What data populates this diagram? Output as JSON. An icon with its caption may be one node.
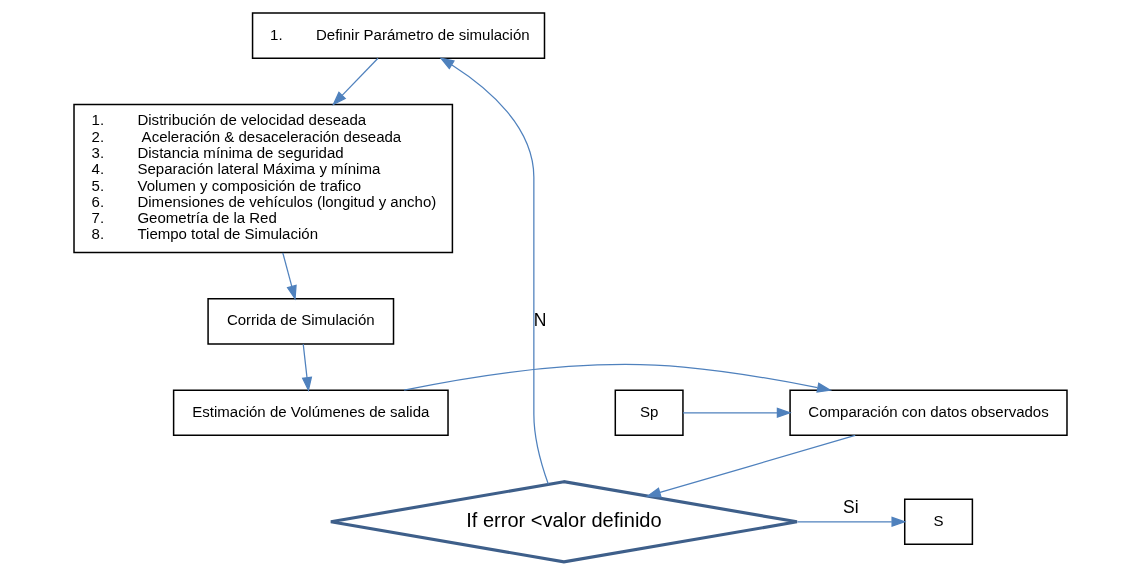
{
  "diagram": {
    "nodes": [
      {
        "text": [
          "1.        Definir Parámetro de simulación"
        ]
      },
      {
        "text": [
          "1.        Distribución de velocidad deseada",
          "2.         Aceleración & desaceleración deseada",
          "3.        Distancia mínima de seguridad",
          "4.        Separación lateral Máxima y mínima",
          "5.        Volumen y composición de trafico",
          "6.        Dimensiones de vehículos (longitud y ancho)",
          "7.        Geometría de la Red",
          "8.        Tiempo total de Simulación"
        ]
      },
      {
        "text": [
          "Corrida de Simulación"
        ]
      },
      {
        "text": [
          "Estimación de Volúmenes de salida"
        ]
      },
      {
        "text": [
          "Comparación con datos observados"
        ]
      },
      {
        "text": [
          "Sp"
        ]
      },
      {
        "text": [
          "If error <valor definido"
        ]
      },
      {
        "text": [
          "S"
        ]
      }
    ],
    "edges": [
      {
        "from": 0,
        "to": 1,
        "arrow": "to"
      },
      {
        "from": 1,
        "to": 2,
        "arrow": "to"
      },
      {
        "from": 2,
        "to": 3,
        "arrow": "to"
      },
      {
        "from": 3,
        "to": 4,
        "arrow": "to"
      },
      {
        "from": 5,
        "to": 4,
        "arrow": "to"
      },
      {
        "from": 4,
        "to": 6,
        "arrow": "to"
      },
      {
        "from": 6,
        "to": 0,
        "arrow": "to",
        "label": "N"
      },
      {
        "from": 6,
        "to": 7,
        "arrow": "to",
        "label": "Si"
      }
    ]
  }
}
